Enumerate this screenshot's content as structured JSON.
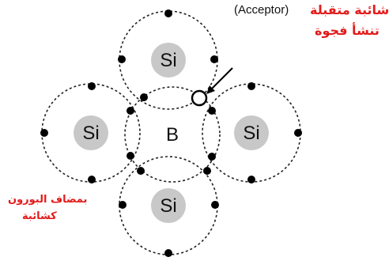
{
  "diagram": {
    "atoms": {
      "top": "Si",
      "left": "Si",
      "center": "B",
      "right": "Si",
      "bottom": "Si"
    },
    "annotation_top_right": {
      "line1_arabic": "شائبة متقبلة",
      "line1_paren_text": "(Acceptor)",
      "line2_arabic": "تنشأ فجوة"
    },
    "annotation_left": {
      "line1": "بمضاف البورون",
      "line2": "كشائبة"
    },
    "colors": {
      "annotation_red": "#e31b1b",
      "atom_fill": "#c8c8c8",
      "bond_line": "#222222",
      "electron": "#000000"
    },
    "icons": [
      "electron-dot",
      "hole-circle",
      "arrow-pointer"
    ]
  }
}
